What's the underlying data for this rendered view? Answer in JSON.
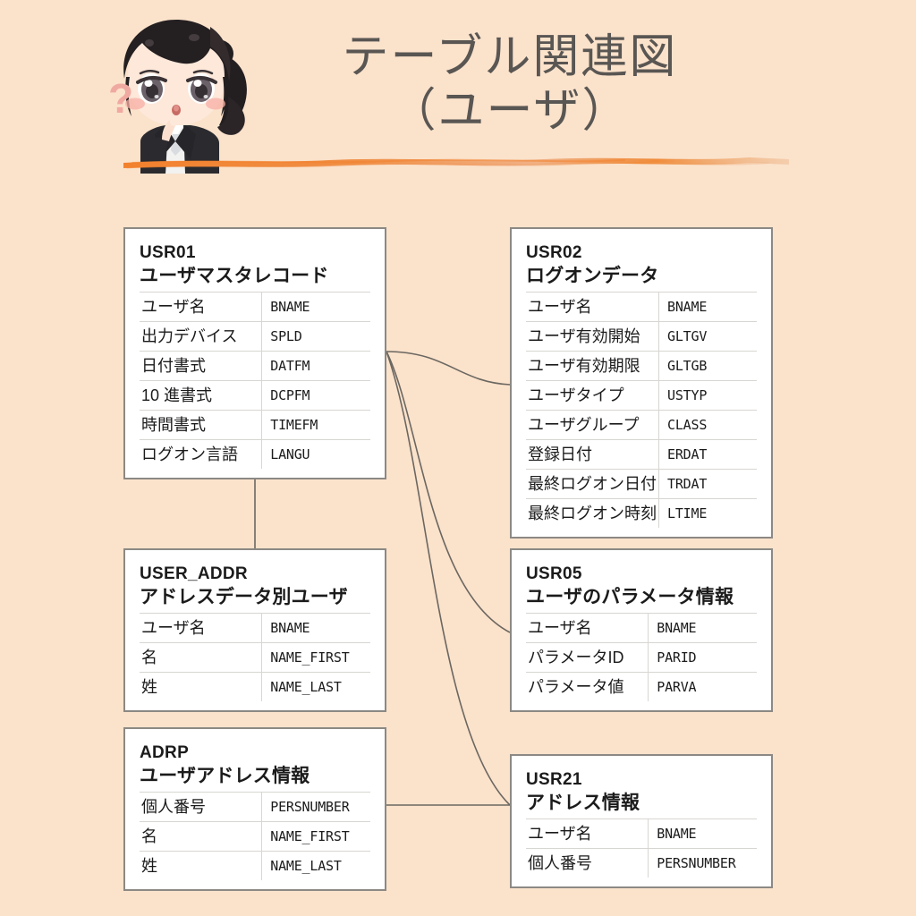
{
  "header": {
    "title_line1": "テーブル関連図",
    "title_line2": "（ユーザ）",
    "title_color": "#595653",
    "underline_color": "#F08232",
    "background_color": "#FBE2CB"
  },
  "mascot": {
    "name": "thinking-businesswoman-chibi",
    "question_mark": "?",
    "hair_color": "#241F20",
    "suit_color": "#2B2B2F",
    "skin_color": "#FCE6D8",
    "question_mark_color": "#F0A9A0"
  },
  "diagram": {
    "type": "entity-relationship",
    "tables": [
      {
        "id": "USR01",
        "code": "USR01",
        "name": "ユーザマスタレコード",
        "fields": [
          {
            "label": "ユーザ名",
            "tech": "BNAME"
          },
          {
            "label": "出力デバイス",
            "tech": "SPLD"
          },
          {
            "label": "日付書式",
            "tech": "DATFM"
          },
          {
            "label": "10 進書式",
            "tech": "DCPFM"
          },
          {
            "label": "時間書式",
            "tech": "TIMEFM"
          },
          {
            "label": "ログオン言語",
            "tech": "LANGU"
          }
        ]
      },
      {
        "id": "USR02",
        "code": "USR02",
        "name": "ログオンデータ",
        "fields": [
          {
            "label": "ユーザ名",
            "tech": "BNAME"
          },
          {
            "label": "ユーザ有効開始",
            "tech": "GLTGV"
          },
          {
            "label": "ユーザ有効期限",
            "tech": "GLTGB"
          },
          {
            "label": "ユーザタイプ",
            "tech": "USTYP"
          },
          {
            "label": "ユーザグループ",
            "tech": "CLASS"
          },
          {
            "label": "登録日付",
            "tech": "ERDAT"
          },
          {
            "label": "最終ログオン日付",
            "tech": "TRDAT"
          },
          {
            "label": "最終ログオン時刻",
            "tech": "LTIME"
          }
        ]
      },
      {
        "id": "USER_ADDR",
        "code": "USER_ADDR",
        "name": "アドレスデータ別ユーザ",
        "fields": [
          {
            "label": "ユーザ名",
            "tech": "BNAME"
          },
          {
            "label": "名",
            "tech": "NAME_FIRST"
          },
          {
            "label": "姓",
            "tech": "NAME_LAST"
          }
        ]
      },
      {
        "id": "USR05",
        "code": "USR05",
        "name": "ユーザのパラメータ情報",
        "fields": [
          {
            "label": "ユーザ名",
            "tech": "BNAME"
          },
          {
            "label": "パラメータID",
            "tech": "PARID"
          },
          {
            "label": "パラメータ値",
            "tech": "PARVA"
          }
        ]
      },
      {
        "id": "ADRP",
        "code": "ADRP",
        "name": "ユーザアドレス情報",
        "fields": [
          {
            "label": "個人番号",
            "tech": "PERSNUMBER"
          },
          {
            "label": "名",
            "tech": "NAME_FIRST"
          },
          {
            "label": "姓",
            "tech": "NAME_LAST"
          }
        ]
      },
      {
        "id": "USR21",
        "code": "USR21",
        "name": "アドレス情報",
        "fields": [
          {
            "label": "ユーザ名",
            "tech": "BNAME"
          },
          {
            "label": "個人番号",
            "tech": "PERSNUMBER"
          }
        ]
      }
    ],
    "relations": [
      {
        "from": "USR01",
        "to": "USR02"
      },
      {
        "from": "USR01",
        "to": "USR05"
      },
      {
        "from": "USR01",
        "to": "USR21"
      },
      {
        "from": "USR01",
        "to": "USER_ADDR"
      },
      {
        "from": "ADRP",
        "to": "USR21"
      }
    ],
    "connector_color": "#6B6761",
    "table_border_color": "#8C8984",
    "table_background": "#FFFFFF",
    "row_divider_color": "#D8D6D2"
  }
}
